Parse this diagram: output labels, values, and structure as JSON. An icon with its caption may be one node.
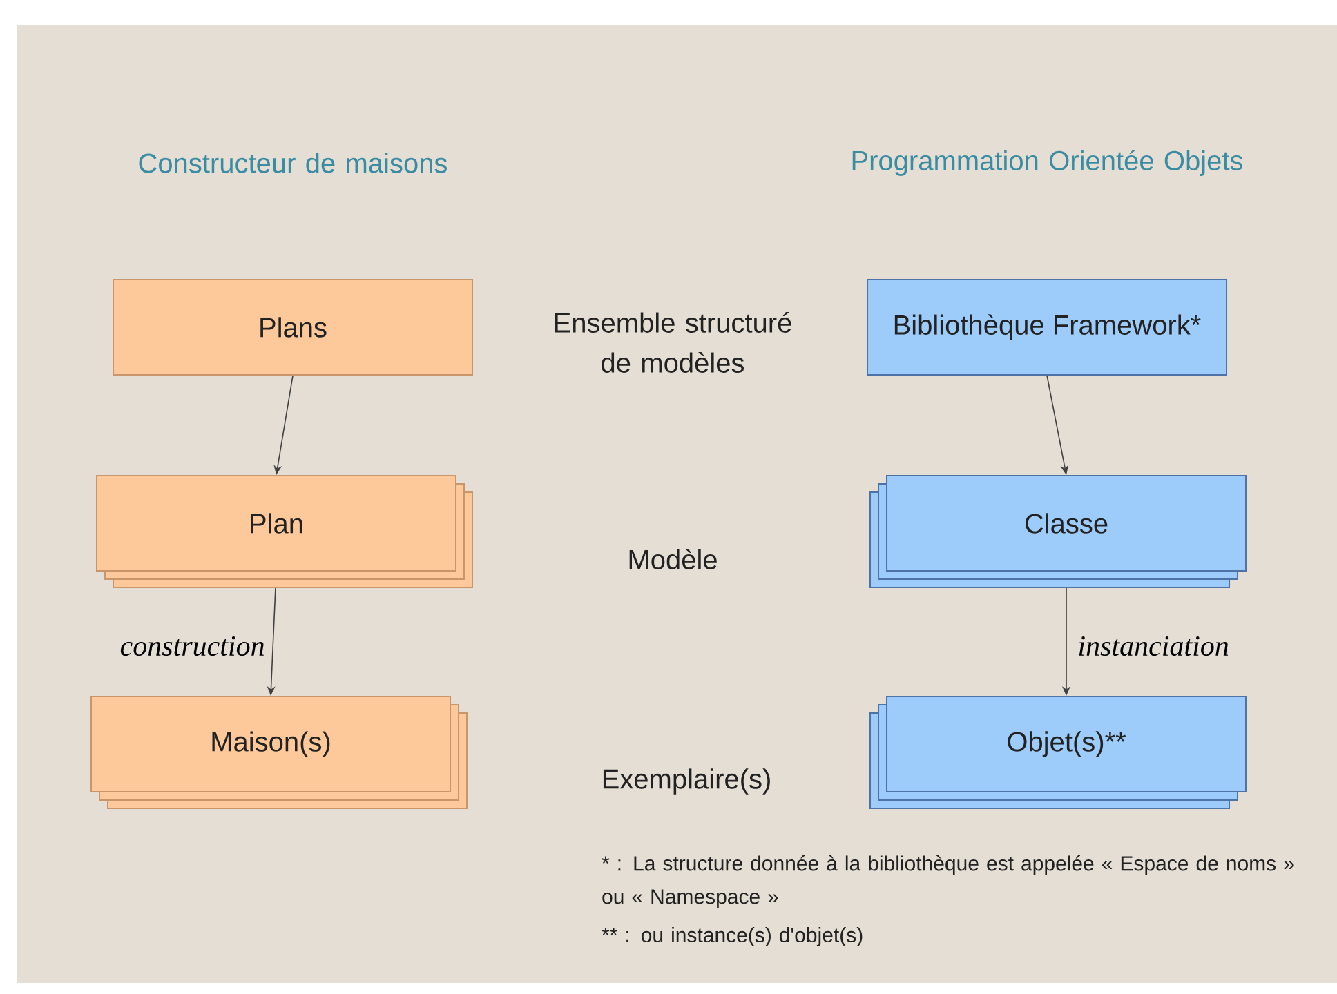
{
  "diagram": {
    "nodes": [
      {
        "text": [
          "Plans"
        ]
      },
      {
        "text": [
          "Plan"
        ]
      },
      {
        "text": [
          "Maison(s)"
        ]
      },
      {
        "text": [
          "Bibliothèque Framework*"
        ]
      },
      {
        "text": [
          "Classe"
        ]
      },
      {
        "text": [
          "Objet(s)**"
        ]
      }
    ],
    "edges": [
      {
        "from": 0,
        "to": 1,
        "arrow": "to"
      },
      {
        "from": 1,
        "to": 2,
        "arrow": "to",
        "label": "construction"
      },
      {
        "from": 3,
        "to": 4,
        "arrow": "to"
      },
      {
        "from": 4,
        "to": 5,
        "arrow": "to",
        "label": "instanciation"
      }
    ],
    "labels": [
      "Constructeur de maisons",
      "Programmation Orientée Objets",
      "Ensemble structuré de modèles",
      "Modèle",
      "Exemplaire(s)",
      "* : La structure donnée à la bibliothèque est appelée « Espace de noms » ou « Namespace »",
      "** : ou instance(s) d'objet(s)"
    ]
  }
}
